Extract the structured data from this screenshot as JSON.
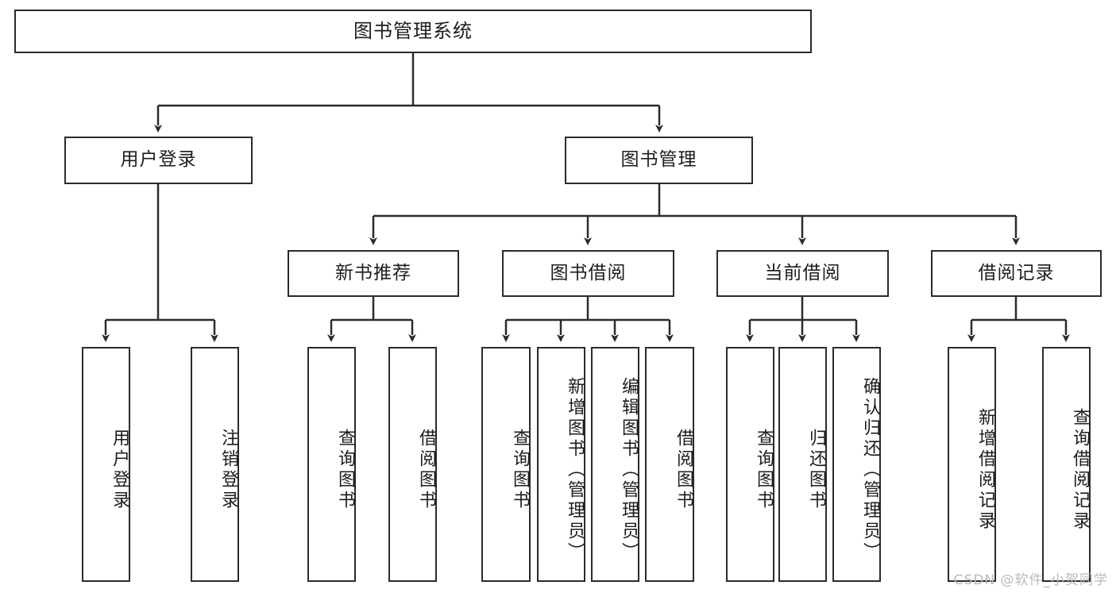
{
  "diagram": {
    "title": "图书管理系统",
    "type": "tree-hierarchy-chart",
    "root": {
      "label": "图书管理系统"
    },
    "level2": [
      {
        "id": "user-login",
        "label": "用户登录"
      },
      {
        "id": "book-management",
        "label": "图书管理"
      }
    ],
    "level3": [
      {
        "id": "new-book-recommend",
        "label": "新书推荐",
        "parent": "book-management"
      },
      {
        "id": "book-borrow",
        "label": "图书借阅",
        "parent": "book-management"
      },
      {
        "id": "current-borrow",
        "label": "当前借阅",
        "parent": "book-management"
      },
      {
        "id": "borrow-record",
        "label": "借阅记录",
        "parent": "book-management"
      }
    ],
    "leaves": {
      "user-login": [
        {
          "id": "leaf-user-login",
          "label": "用户登录"
        },
        {
          "id": "leaf-user-logout",
          "label": "注销登录"
        }
      ],
      "new-book-recommend": [
        {
          "id": "leaf-query-book-1",
          "label": "查询图书"
        },
        {
          "id": "leaf-borrow-book-1",
          "label": "借阅图书"
        }
      ],
      "book-borrow": [
        {
          "id": "leaf-query-book-2",
          "label": "查询图书"
        },
        {
          "id": "leaf-add-book",
          "label": "新增图书（管理员）"
        },
        {
          "id": "leaf-edit-book",
          "label": "编辑图书（管理员）"
        },
        {
          "id": "leaf-borrow-book-2",
          "label": "借阅图书"
        }
      ],
      "current-borrow": [
        {
          "id": "leaf-query-book-3",
          "label": "查询图书"
        },
        {
          "id": "leaf-return-book",
          "label": "归还图书"
        },
        {
          "id": "leaf-confirm-return",
          "label": "确认归还（管理员）"
        }
      ],
      "borrow-record": [
        {
          "id": "leaf-add-record",
          "label": "新增借阅记录"
        },
        {
          "id": "leaf-query-record",
          "label": "查询借阅记录"
        }
      ]
    }
  },
  "watermark": {
    "text": "CSDN @软件_小贺同学"
  },
  "colors": {
    "border": "#2b2b2b",
    "text": "#1d1d1d",
    "background": "#ffffff",
    "watermark": "#b9b9b9"
  }
}
